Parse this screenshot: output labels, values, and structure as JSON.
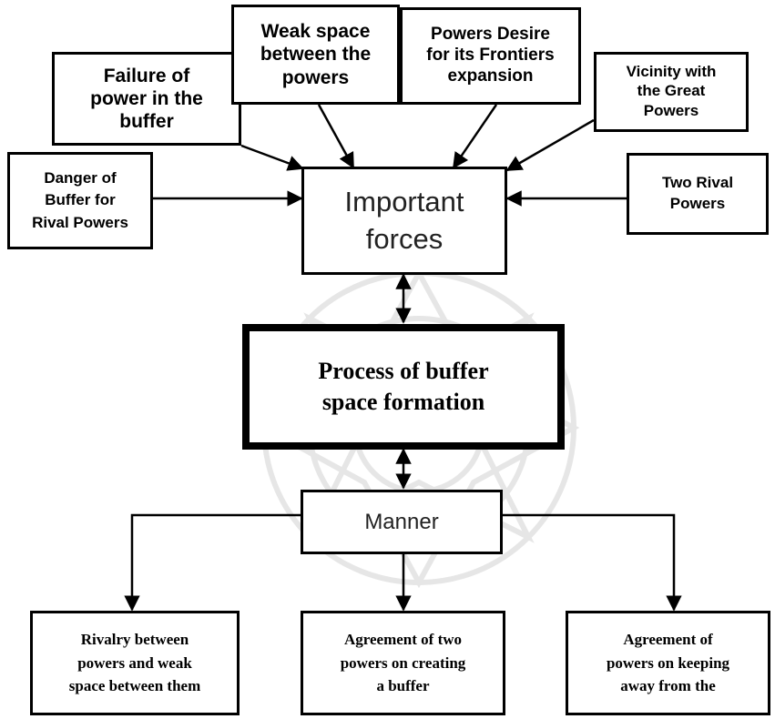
{
  "diagram": {
    "center": {
      "forces": "Important\nforces",
      "process": "Process of buffer\nspace formation",
      "manner": "Manner"
    },
    "forces": {
      "failure_of_power": "Failure of\npower in the\nbuffer",
      "weak_space": "Weak space\nbetween the\npowers",
      "frontier_expansion": "Powers Desire\nfor its Frontiers\nexpansion",
      "vicinity": "Vicinity with\nthe Great\nPowers",
      "danger_of_buffer": "Danger of\nBuffer for\nRival Powers",
      "two_rival_powers": "Two Rival\nPowers"
    },
    "manners": {
      "rivalry": "Rivalry between\npowers and weak\nspace between them",
      "agreement_creating": "Agreement of two\npowers on creating\na buffer",
      "agreement_keeping": "Agreement of\npowers on keeping\naway from the"
    }
  },
  "colors": {
    "line": "#000000",
    "box_fill": "#ffffff",
    "watermark": "#e6e6e6"
  }
}
